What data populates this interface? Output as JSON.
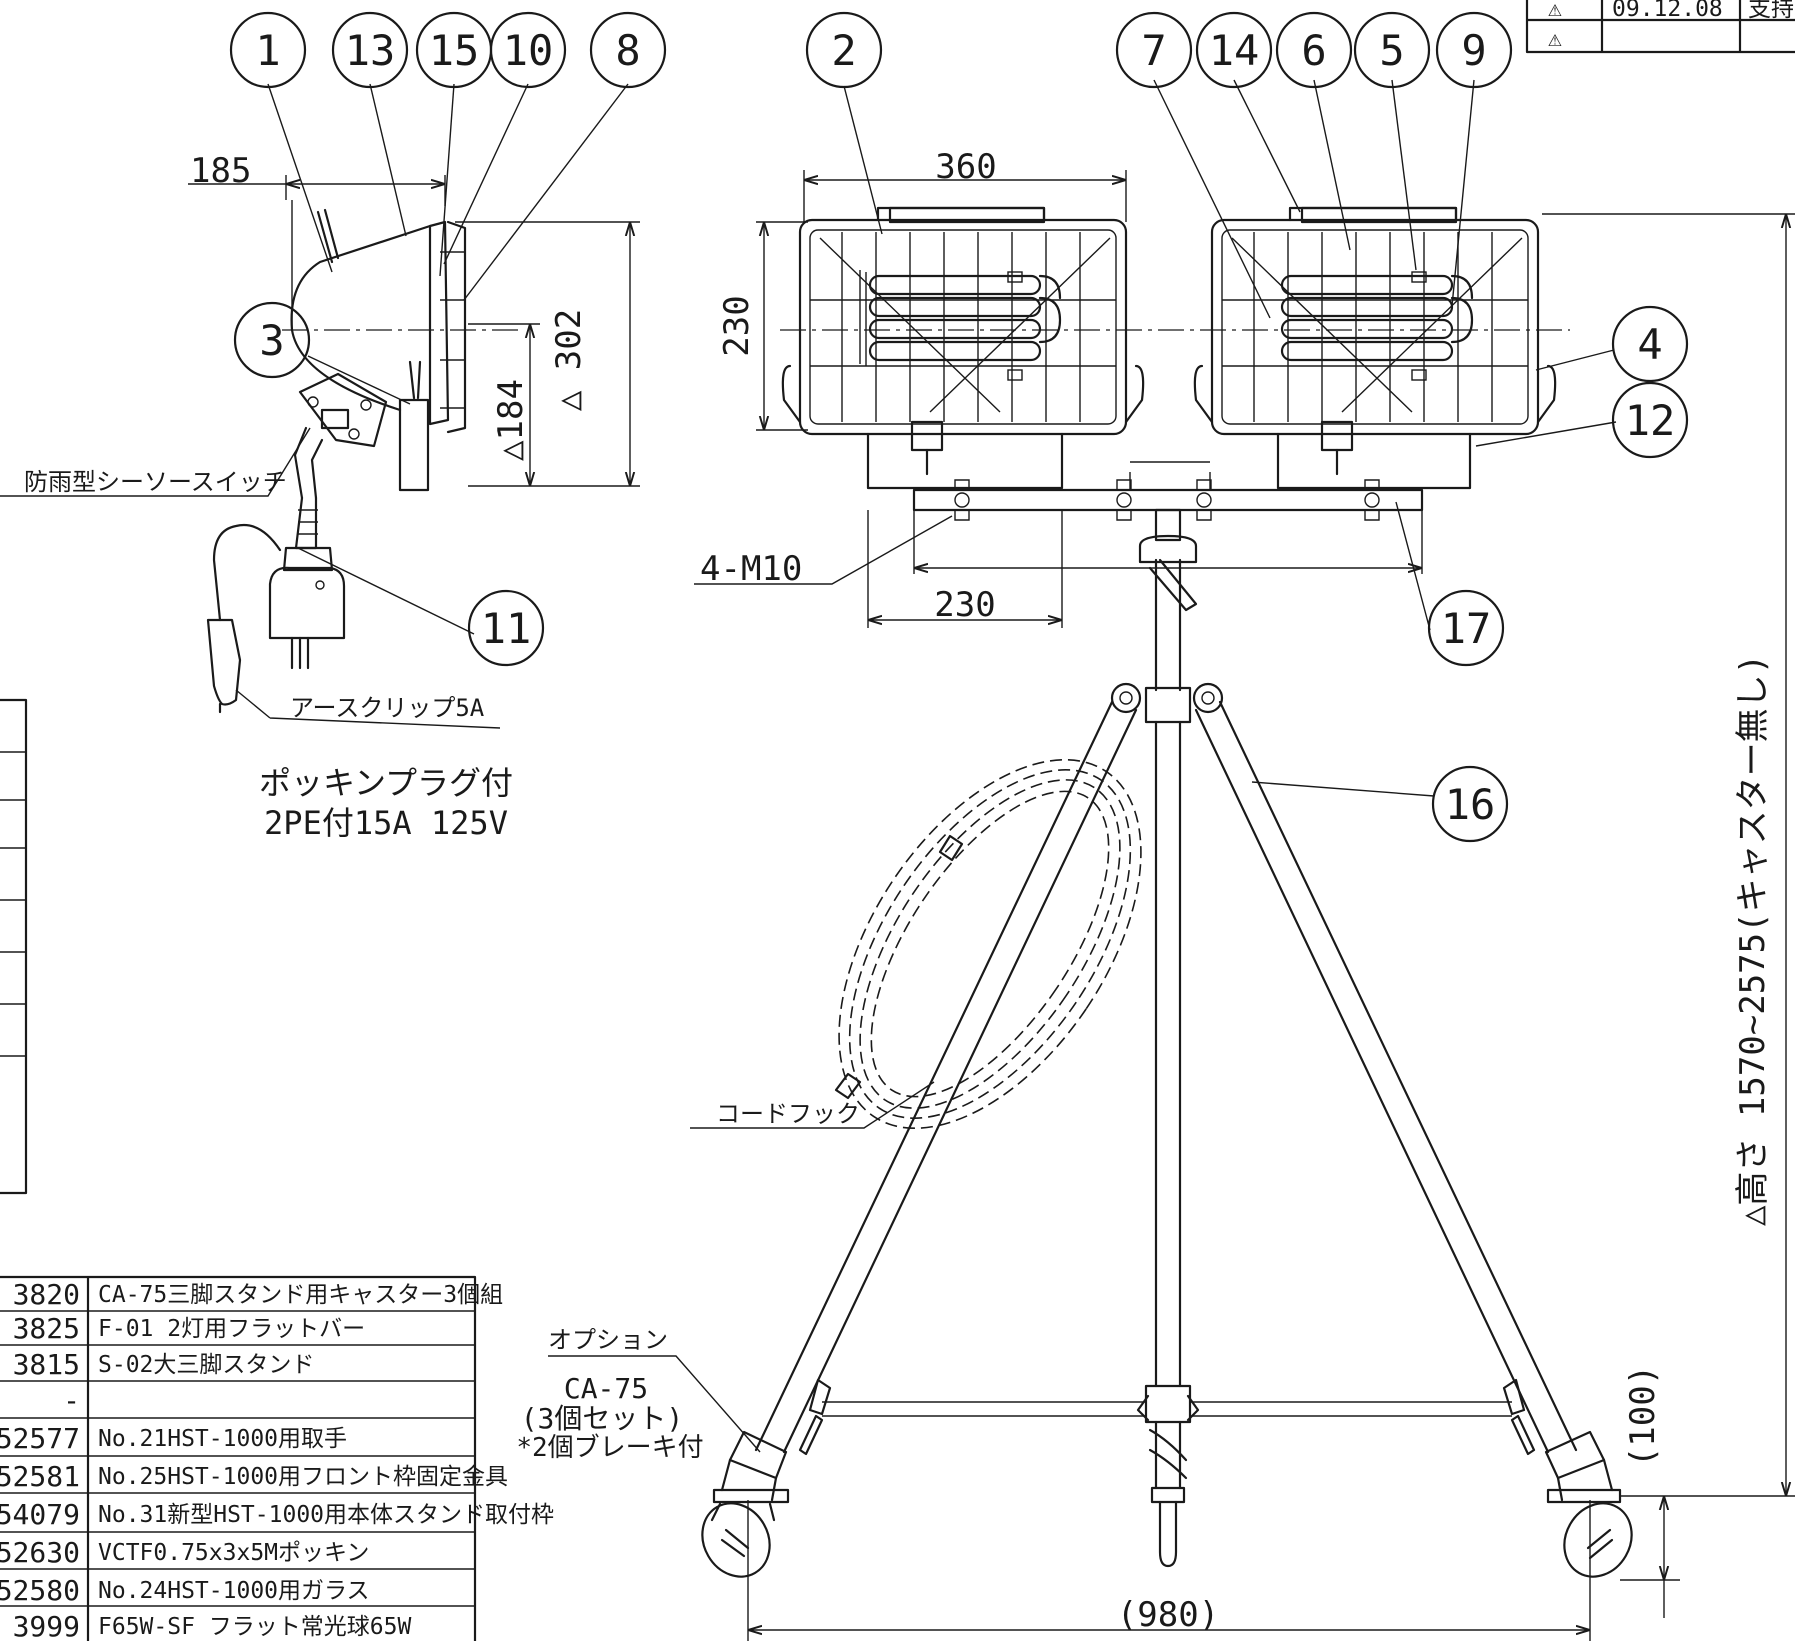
{
  "revisions": [
    {
      "mark": "⚠",
      "date": "09.12.08",
      "note": "支持"
    },
    {
      "mark": "⚠",
      "date": "",
      "note": ""
    }
  ],
  "callouts": [
    {
      "label": "1"
    },
    {
      "label": "13"
    },
    {
      "label": "15"
    },
    {
      "label": "10"
    },
    {
      "label": "8"
    },
    {
      "label": "3"
    },
    {
      "label": "2"
    },
    {
      "label": "7"
    },
    {
      "label": "14"
    },
    {
      "label": "6"
    },
    {
      "label": "5"
    },
    {
      "label": "9"
    },
    {
      "label": "4"
    },
    {
      "label": "12"
    },
    {
      "label": "11"
    },
    {
      "label": "17"
    },
    {
      "label": "16"
    }
  ],
  "dimensions": {
    "side_depth": "185",
    "side_height": "△ 302",
    "side_center_height": "△184",
    "lamp_width": "360",
    "lamp_height": "230",
    "mount_pitch": "230",
    "total_height": "△高さ 1570~2575(キャスター無し)",
    "caster_height": "(100)",
    "base_width": "(980)"
  },
  "labels": {
    "switch": "防雨型シーソースイッチ",
    "earth_clip": "アースクリップ5A",
    "plug": "ポッキンプラグ付",
    "plug_spec": "2PE付15A 125V",
    "bolt": "4-M10",
    "cord_hook": "コードフック",
    "option": "オプション",
    "option_model": "CA-75",
    "option_set": "(3個セット)",
    "option_brake": "*2個ブレーキ付"
  },
  "parts_table": [
    {
      "code": "3820",
      "name": "CA-75三脚スタンド用キャスター3個組"
    },
    {
      "code": "3825",
      "name": "F-01 2灯用フラットバー"
    },
    {
      "code": "3815",
      "name": "S-02大三脚スタンド"
    },
    {
      "code": "-",
      "name": ""
    },
    {
      "code": "52577",
      "name": "No.21HST-1000用取手"
    },
    {
      "code": "52581",
      "name": "No.25HST-1000用フロント枠固定金具"
    },
    {
      "code": "54079",
      "name": "No.31新型HST-1000用本体スタンド取付枠"
    },
    {
      "code": "52630",
      "name": "VCTF0.75x3x5Mポッキン"
    },
    {
      "code": "52580",
      "name": "No.24HST-1000用ガラス"
    },
    {
      "code": "3999",
      "name": "F65W-SF フラット常光球65W"
    }
  ]
}
